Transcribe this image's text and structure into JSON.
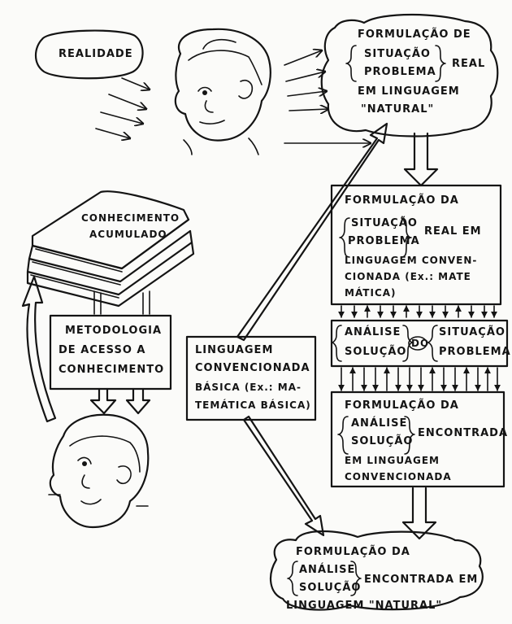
{
  "nodes": {
    "realidade": "REALIDADE",
    "top_cloud": [
      "FORMULAÇÃO  DE",
      "SITUAÇÃO",
      "PROBLEMA",
      "REAL",
      "EM  LINGUAGEM",
      "\"NATURAL\""
    ],
    "books": [
      "CONHECIMENTO",
      "ACUMULADO"
    ],
    "metodologia": [
      "METODOLOGIA",
      "DE  ACESSO  A",
      "CONHECIMENTO"
    ],
    "linguagem_basica": [
      "LINGUAGEM",
      "CONVENCIONADA",
      "BÁSICA  (Ex.: MA-",
      "TEMÁTICA  BÁSICA)"
    ],
    "formulacao_conv": [
      "FORMULAÇÃO  DA",
      "SITUAÇÃO",
      "REAL  EM",
      "PROBLEMA",
      "LINGUAGEM  CONVEN-",
      "CIONADA  (Ex.: MATE",
      "MÁTICA)"
    ],
    "analise_box": [
      "ANÁLISE",
      "SOLUÇÃO",
      "DO",
      "SITUAÇÃO",
      "PROBLEMA"
    ],
    "formulacao_encontrada": [
      "FORMULAÇÃO  DA",
      "ANÁLISE",
      "SOLUÇÃO",
      "ENCONTRADA",
      "EM  LINGUAGEM",
      "CONVENCIONADA"
    ],
    "bottom_cloud": [
      "FORMULAÇÃO  DA",
      "ANÁLISE",
      "SOLUÇÃO",
      "ENCONTRADA  EM",
      "LINGUAGEM  \"NATURAL\""
    ]
  }
}
